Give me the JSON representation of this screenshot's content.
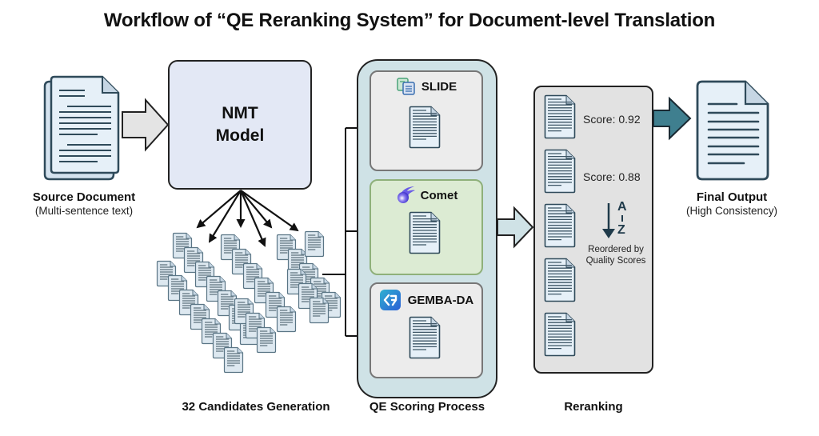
{
  "title": "Workflow of “QE Reranking System” for Document-level Translation",
  "source": {
    "label": "Source Document",
    "sublabel": "(Multi-sentence text)",
    "icon": "stacked-document-icon"
  },
  "nmt": {
    "line1": "NMT",
    "line2": "Model"
  },
  "candidates": {
    "label": "32 Candidates Generation",
    "count": 32,
    "icon": "document-icon"
  },
  "qe": {
    "label": "QE Scoring Process",
    "metrics": [
      {
        "name": "SLIDE",
        "icon": "slide-logo-icon",
        "color": "#ececec"
      },
      {
        "name": "Comet",
        "icon": "comet-logo-icon",
        "color": "#dcebd3"
      },
      {
        "name": "GEMBA-DA",
        "icon": "gemba-logo-icon",
        "color": "#ececec"
      }
    ]
  },
  "reranking": {
    "label": "Reranking",
    "scores": [
      "Score: 0.92",
      "Score: 0.88"
    ],
    "sort_icon": "sort-a-z-icon",
    "sort_letters": {
      "top": "A",
      "bottom": "Z"
    },
    "reorder_line1": "Reordered by",
    "reorder_line2": "Quality Scores",
    "doc_count": 5
  },
  "final": {
    "label": "Final Output",
    "sublabel": "(High Consistency)",
    "icon": "document-icon"
  },
  "colors": {
    "nmt_fill": "#e3e8f5",
    "qe_outer_fill": "#cfe2e6",
    "comet_card_fill": "#dcebd3",
    "neutral_card_fill": "#ececec",
    "rerank_fill": "#e2e2e2",
    "final_arrow": "#3f7f8f",
    "doc_fill": "#e6f0f8",
    "doc_stroke": "#2f4a5a"
  }
}
